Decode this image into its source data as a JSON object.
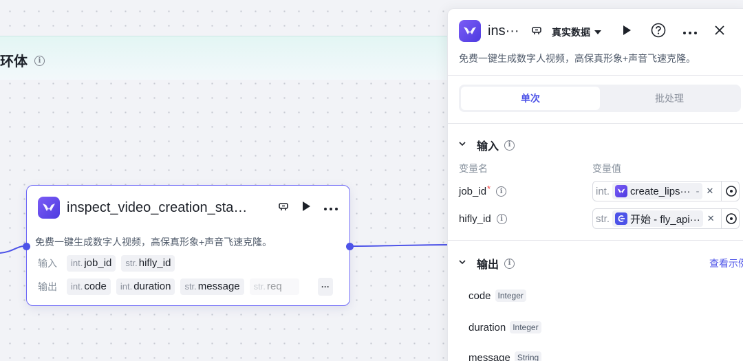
{
  "loop": {
    "title": "环体"
  },
  "node": {
    "title": "inspect_video_creation_sta…",
    "description": "免费一键生成数字人视频，高保真形象+声音飞速克隆。",
    "input_label": "输入",
    "output_label": "输出",
    "inputs": [
      {
        "type": "int.",
        "name": "job_id"
      },
      {
        "type": "str.",
        "name": "hifly_id"
      }
    ],
    "outputs": [
      {
        "type": "int.",
        "name": "code"
      },
      {
        "type": "int.",
        "name": "duration"
      },
      {
        "type": "str.",
        "name": "message"
      },
      {
        "type": "str.",
        "name": "req"
      }
    ],
    "more": "···"
  },
  "panel": {
    "title": "ins···",
    "data_mode": "真实数据",
    "description": "免费一键生成数字人视频，高保真形象+声音飞速克隆。",
    "tabs": [
      "单次",
      "批处理"
    ],
    "input_section": "输入",
    "col_name": "变量名",
    "col_value": "变量值",
    "params": [
      {
        "name": "job_id",
        "required": "*",
        "type": "int.",
        "ref": "create_lips···",
        "ref_suffix": "-"
      },
      {
        "name": "hifly_id",
        "required": "",
        "type": "str.",
        "ref": "开始 - fly_api···",
        "ref_suffix": ""
      }
    ],
    "output_section": "输出",
    "view_example": "查看示例",
    "outputs": [
      {
        "name": "code",
        "type": "Integer"
      },
      {
        "name": "duration",
        "type": "Integer"
      },
      {
        "name": "message",
        "type": "String"
      }
    ]
  },
  "colors": {
    "accent": "#4d53e8",
    "node_border": "#6d68f7",
    "required": "#f53f3f"
  },
  "icons": [
    "info-icon",
    "app-logo-icon",
    "test-run-icon",
    "play-icon",
    "help-icon",
    "more-icon",
    "close-icon",
    "chevron-down-icon",
    "start-node-icon",
    "variable-target-icon"
  ]
}
